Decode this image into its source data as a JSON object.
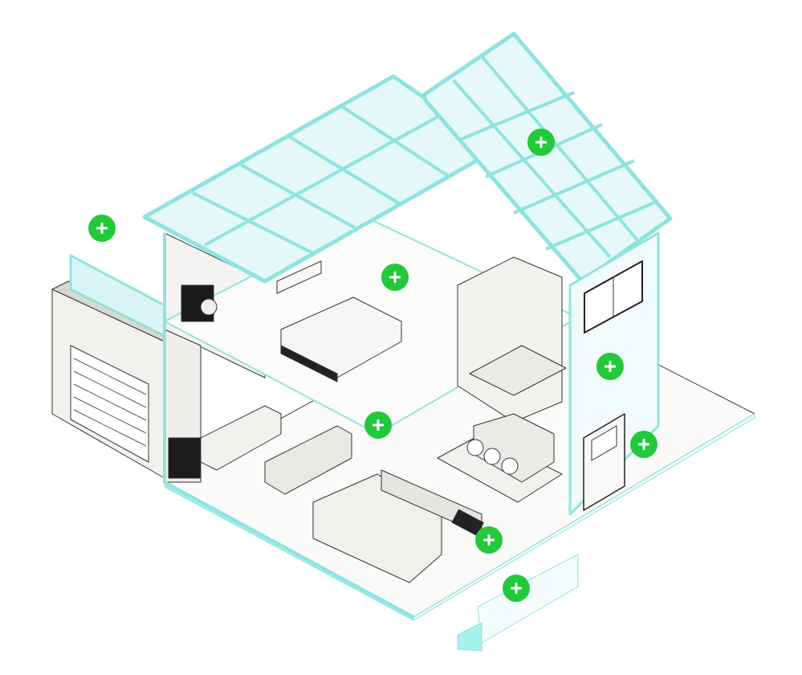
{
  "colors": {
    "hotspot": "#22c93a",
    "glass": "#bdf0ee",
    "frame": "#8fe3df",
    "wall": "#f3f2ef",
    "line": "#222222"
  },
  "hotspots": [
    {
      "name": "hotspot-balcony",
      "icon": "plus-icon"
    },
    {
      "name": "hotspot-roof-solar",
      "icon": "plus-icon"
    },
    {
      "name": "hotspot-bedroom-railing",
      "icon": "plus-icon"
    },
    {
      "name": "hotspot-exterior-wall",
      "icon": "plus-icon"
    },
    {
      "name": "hotspot-floor-beam",
      "icon": "plus-icon"
    },
    {
      "name": "hotspot-door-lock",
      "icon": "plus-icon"
    },
    {
      "name": "hotspot-floor",
      "icon": "plus-icon"
    },
    {
      "name": "hotspot-brick-wall",
      "icon": "plus-icon"
    }
  ]
}
